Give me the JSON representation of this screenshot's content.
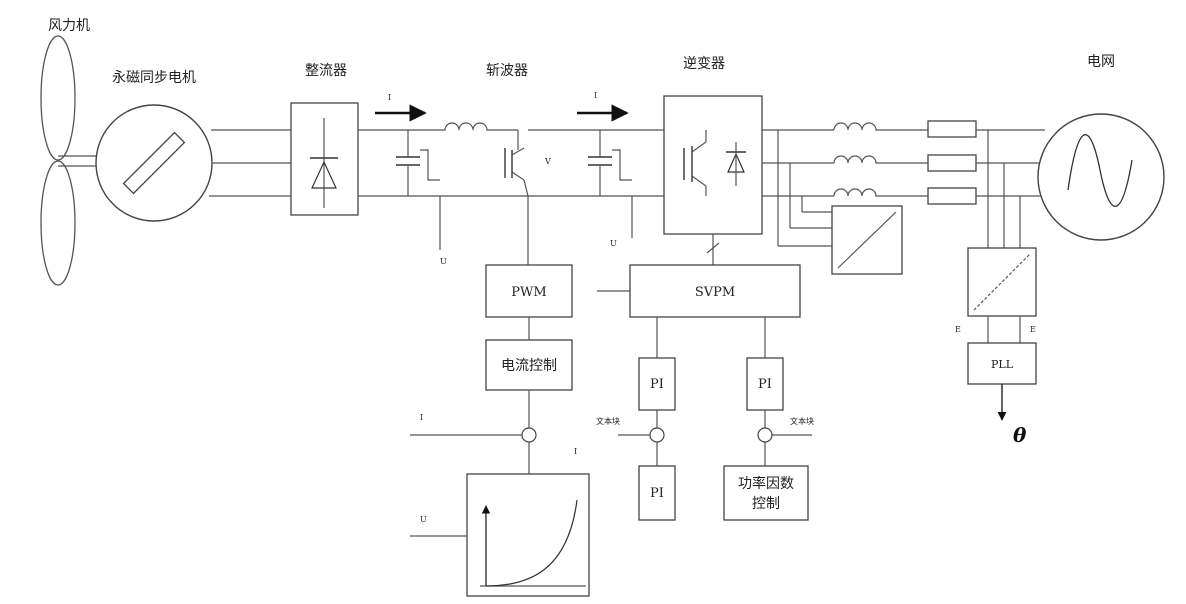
{
  "labels": {
    "wind_turbine": "风力机",
    "pmsg": "永磁同步电机",
    "rectifier": "整流器",
    "chopper": "斩波器",
    "inverter": "逆变器",
    "grid": "电网"
  },
  "blocks": {
    "pwm": "PWM",
    "svpm": "SVPM",
    "current_control": "电流控制",
    "pi_1": "PI",
    "pi_2": "PI",
    "pi_3": "PI",
    "pf_control_line1": "功率因数",
    "pf_control_line2": "控制",
    "pll": "PLL"
  },
  "small_labels": {
    "rect_current": "I",
    "chop_current": "I",
    "u_dc1": "U",
    "u_dc2": "U",
    "v_mark": "V",
    "i_ref": "I",
    "i_meas": "I",
    "u_in": "U",
    "textbox_left": "文本块",
    "textbox_right": "文本块",
    "e_left": "E",
    "e_right": "E"
  },
  "theta": "θ"
}
